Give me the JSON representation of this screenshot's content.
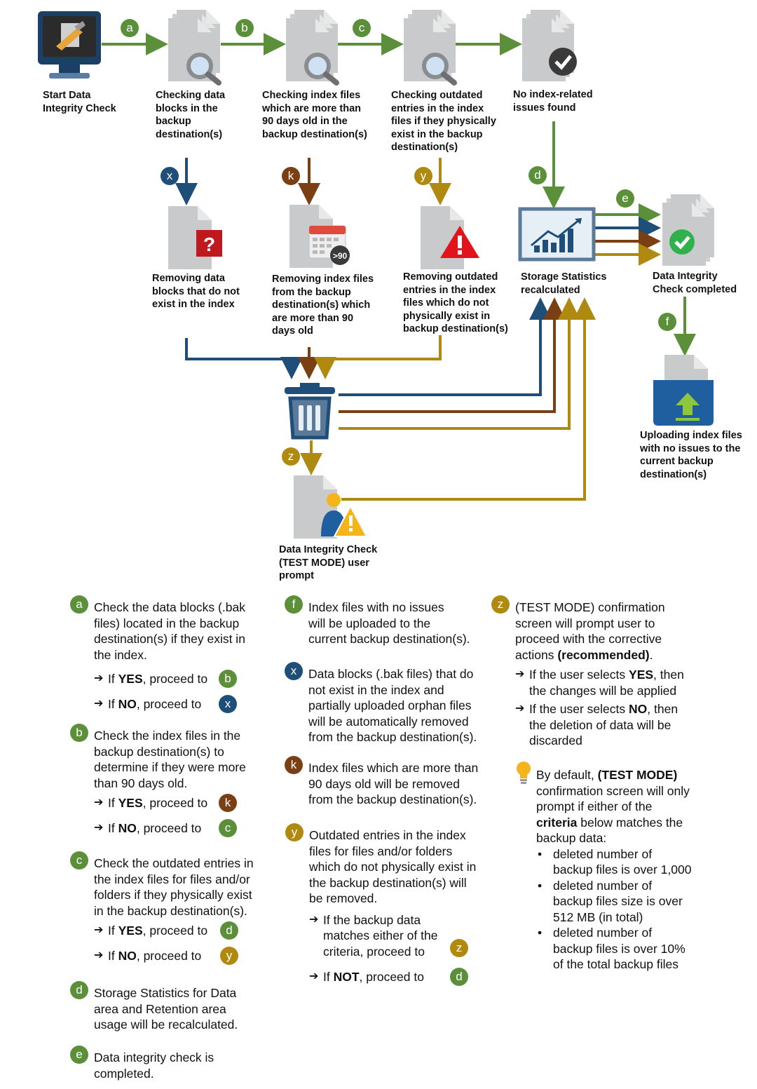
{
  "nodes": {
    "start": "Start Data\nIntegrity Check",
    "check_blocks": "Checking data\nblocks in the\nbackup\ndestination(s)",
    "check_index": "Checking index files\nwhich are more than\n90 days old in the\nbackup destination(s)",
    "check_outdated": "Checking outdated\nentries in the index\nfiles if they physically\nexist in the backup\ndestination(s)",
    "no_issues": "No index-related\nissues found",
    "remove_blocks": "Removing data\nblocks that do not\nexist in the index",
    "remove_index": "Removing index files\nfrom the backup\ndestination(s) which\nare more than 90\ndays old",
    "remove_outdated": "Removing outdated\nentries in the index\nfiles which do not\nphysically exist in\nbackup destination(s)",
    "storage_stats": "Storage Statistics\nrecalculated",
    "completed": "Data Integrity\nCheck completed",
    "uploading": "Uploading index files\nwith no issues to the\ncurrent backup\ndestination(s)",
    "test_prompt": "Data Integrity Check\n(TEST MODE) user\nprompt",
    "calendar_badge": ">90"
  },
  "badges": {
    "a": "a",
    "b": "b",
    "c": "c",
    "d": "d",
    "e": "e",
    "f": "f",
    "x": "x",
    "k": "k",
    "y": "y",
    "z": "z"
  },
  "legend": {
    "a": {
      "text": "Check the data blocks (.bak\nfiles) located in the backup\ndestination(s) if they exist in\nthe index.",
      "yes_pre": "If ",
      "yes_bold": "YES",
      "yes_post": ", proceed to",
      "no_pre": "If ",
      "no_bold": "NO",
      "no_post": ", proceed to"
    },
    "b": {
      "text": "Check the index files in the\nbackup destination(s) to\ndetermine if they were more\nthan 90 days old.",
      "yes_pre": "If ",
      "yes_bold": "YES",
      "yes_post": ", proceed to",
      "no_pre": "If ",
      "no_bold": "NO",
      "no_post": ", proceed to"
    },
    "c": {
      "text": "Check the outdated entries in\nthe index files for files and/or\nfolders if they physically exist\nin the backup destination(s).",
      "yes_pre": "If ",
      "yes_bold": "YES",
      "yes_post": ", proceed to",
      "no_pre": "If ",
      "no_bold": "NO",
      "no_post": ", proceed to"
    },
    "d": {
      "text": "Storage Statistics for Data\narea and Retention area\nusage will be recalculated."
    },
    "e": {
      "text": "Data integrity check is\ncompleted."
    },
    "f": {
      "text": "Index files with  no issues\nwill  be uploaded  to the\ncurrent backup  destination(s)."
    },
    "x": {
      "text": "Data blocks (.bak files) that do\nnot exist in the index and\npartially uploaded orphan files\nwill  be automatically  removed\nfrom the backup destination(s)."
    },
    "k": {
      "text": "Index files which are more than\n90 days old will  be removed\nfrom the backup destination(s)."
    },
    "y": {
      "text": "Outdated entries in the index\nfiles for files and/or folders\nwhich do not physically  exist in\nthe backup destination(s) will\nbe removed.",
      "opt1": "If the backup data\nmatches either of the\ncriteria, proceed to",
      "opt2_pre": "If ",
      "opt2_bold": "NOT",
      "opt2_post": ", proceed to"
    },
    "z": {
      "text_pre": "(TEST MODE) confirmation\nscreen will  prompt user to\nproceed with the corrective\nactions ",
      "text_bold": "(recommended)",
      "text_post": ".",
      "yes_pre": "If the user selects ",
      "yes_bold": "YES",
      "yes_post": ", then\nthe changes will  be applied",
      "no_pre": "If the user selects ",
      "no_bold": "NO",
      "no_post": ", then\nthe deletion of data will  be\ndiscarded"
    },
    "tip": {
      "pre": "By default, ",
      "bold1": "(TEST MODE)",
      "mid": "\nconfirmation screen will  only\nprompt if either of the\n",
      "bold2": "criteria",
      "post": " below matches the\nbackup data:",
      "bullets": [
        "deleted number of\nbackup files is over 1,000",
        "deleted number of\nbackup files size is over\n512 MB (in total)",
        "deleted number of\nbackup files is over 10%\nof the total backup files"
      ]
    }
  },
  "colors": {
    "green": "#5c8f3a",
    "blue": "#1f4e79",
    "brown": "#7b3f14",
    "gold": "#b08a10"
  }
}
